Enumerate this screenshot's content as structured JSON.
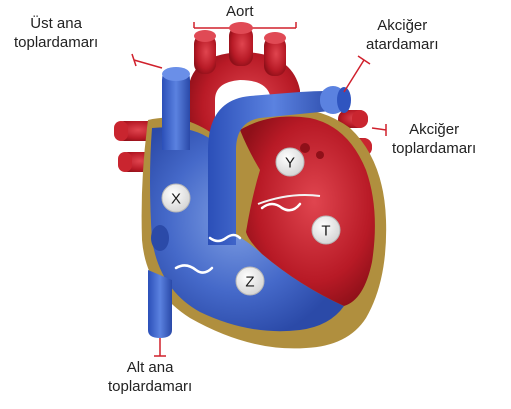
{
  "labels": {
    "aorta": "Aort",
    "superior_vena_cava": [
      "Üst ana",
      "toplardamarı"
    ],
    "pulmonary_artery": [
      "Akciğer",
      "atardamarı"
    ],
    "pulmonary_vein": [
      "Akciğer",
      "toplardamarı"
    ],
    "inferior_vena_cava": [
      "Alt ana",
      "toplardamarı"
    ]
  },
  "chambers": {
    "x": "X",
    "y": "Y",
    "z": "Z",
    "t": "T"
  },
  "colors": {
    "oxygen_poor": "#3a63c9",
    "oxygen_rich": "#c21f2a",
    "muscle": "#b08f3e",
    "pointer": "#d0202c"
  }
}
